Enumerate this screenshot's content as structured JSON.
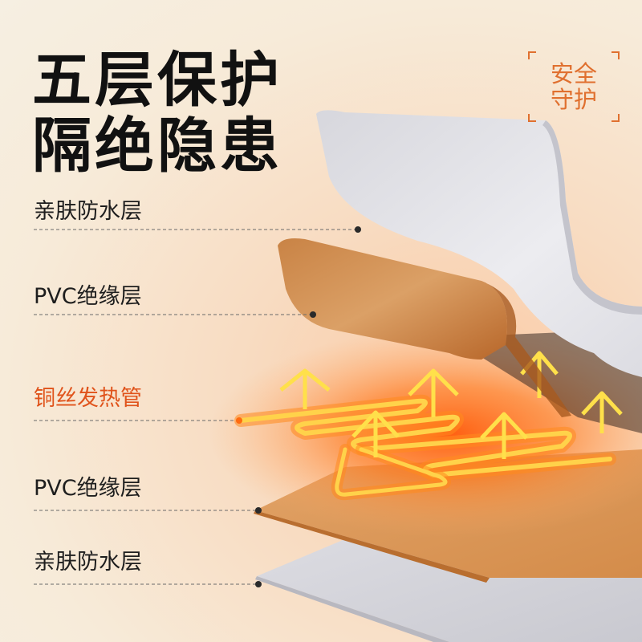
{
  "title": {
    "line1": "五层保护",
    "line2": "隔绝隐患"
  },
  "badge": {
    "line1": "安全",
    "line2": "守护"
  },
  "layers": [
    {
      "label": "亲肤防水层"
    },
    {
      "label": "PVC绝缘层"
    },
    {
      "label": "铜丝发热管"
    },
    {
      "label": "PVC绝缘层"
    },
    {
      "label": "亲肤防水层"
    }
  ],
  "colors": {
    "accent": "#e0702f",
    "heat": "#ff6a10",
    "text": "#1e1e1e",
    "waterproof_layer": "#e9e9ee",
    "insulation_layer": "#d89350"
  },
  "icons": [
    "heat-arrow-icon"
  ]
}
